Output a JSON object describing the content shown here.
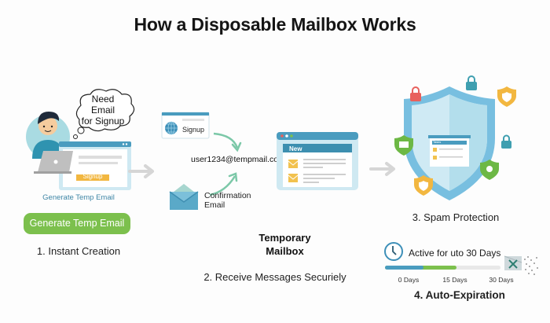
{
  "title": "How a Disposable Mailbox Works",
  "step1": {
    "thought_bubble": [
      "Need Email",
      "for Signup"
    ],
    "window_button": "Signup",
    "caption_small": "Generate Temp Email",
    "button_label": "Generate Temp Email",
    "label": "1. Instant Creation"
  },
  "step2": {
    "signup_card_label": "Signup",
    "email_address": "user1234@tempmail.co",
    "confirmation_label": [
      "Confirmation",
      "Email"
    ],
    "inbox_header": "New",
    "mailbox_title": [
      "Temporary",
      "Mailbox"
    ],
    "label": "2. Receive Messages Securiely"
  },
  "step3": {
    "shield_window_header": "Tasks",
    "label": "3. Spam Protection"
  },
  "step4": {
    "active_text": "Active for uto 30 Days",
    "progress": {
      "blue_fraction": 0.33,
      "green_fraction": 0.62
    },
    "ticks": [
      "0 Days",
      "15 Days",
      "30 Days"
    ],
    "label": "4. Auto-Expiration"
  },
  "colors": {
    "green": "#7cc04d",
    "blue": "#4a9cbf",
    "light_blue": "#cfe9f2",
    "yellow": "#f2b740",
    "red": "#e8605c",
    "teal_arrow": "#7cc8a8"
  }
}
